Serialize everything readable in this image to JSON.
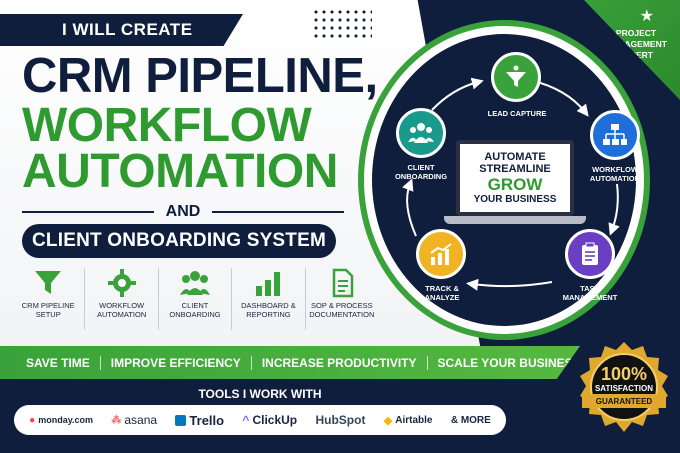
{
  "header": {
    "ribbon": "I WILL CREATE",
    "line1": "CRM PIPELINE,",
    "line2": "WORKFLOW",
    "line3": "AUTOMATION",
    "and": "AND",
    "pill": "CLIENT ONBOARDING SYSTEM"
  },
  "features": [
    {
      "icon": "funnel-icon",
      "label": "CRM PIPELINE SETUP"
    },
    {
      "icon": "gear-icon",
      "label": "WORKFLOW AUTOMATION"
    },
    {
      "icon": "users-icon",
      "label": "CLIENT ONBOARDING"
    },
    {
      "icon": "bar-chart-icon",
      "label": "DASHBOARD & REPORTING"
    },
    {
      "icon": "document-icon",
      "label": "SOP & PROCESS DOCUMENTATION"
    }
  ],
  "benefits": [
    "SAVE TIME",
    "IMPROVE EFFICIENCY",
    "INCREASE PRODUCTIVITY",
    "SCALE YOUR BUSINESS"
  ],
  "tools": {
    "title": "TOOLS I WORK WITH",
    "items": [
      "monday.com",
      "asana",
      "Trello",
      "ClickUp",
      "HubSpot",
      "Airtable",
      "& MORE"
    ]
  },
  "cycle": {
    "lead": "LEAD CAPTURE",
    "workflow": "WORKFLOW AUTOMATION",
    "task": "TASK MANAGEMENT",
    "track": "TRACK & ANALYZE",
    "client": "CLIENT ONBOARDING"
  },
  "laptop": {
    "l1": "AUTOMATE",
    "l2": "STREAMLINE",
    "l3": "GROW",
    "l4": "YOUR BUSINESS"
  },
  "corner": {
    "text": "PROJECT MANAGEMENT EXPERT"
  },
  "badge": {
    "pct": "100%",
    "line1": "SATISFACTION",
    "line2": "GUARANTEED"
  },
  "colors": {
    "navy": "#0f1e3c",
    "green": "#3aa23a",
    "teal": "#1a9a8a",
    "blue": "#1e6fd9",
    "purple": "#6b3fc1",
    "yellow": "#f0b323"
  }
}
